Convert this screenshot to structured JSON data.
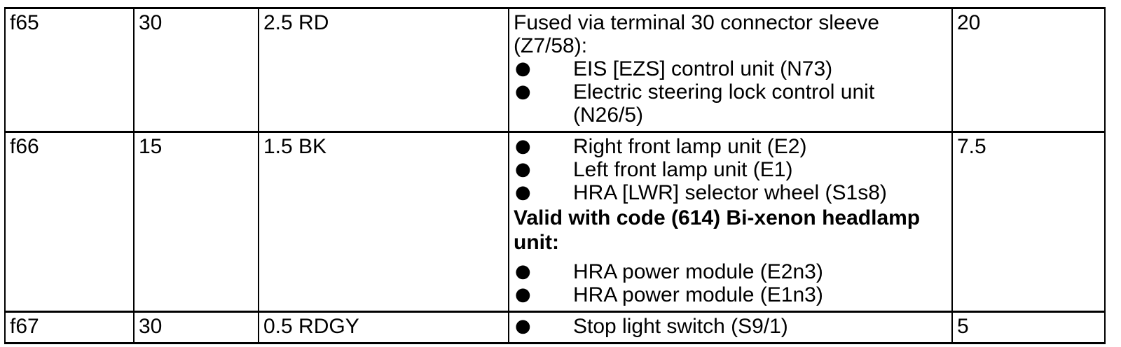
{
  "page": {
    "background_color": "#ffffff",
    "border_color": "#000000",
    "text_color": "#000000"
  },
  "icons": {
    "bullet": "●"
  },
  "table": {
    "rows": [
      {
        "fuse": "f65",
        "terminal": "30",
        "wire": "2.5 RD",
        "amps": "20",
        "description": [
          {
            "type": "text",
            "text": "Fused via terminal 30 connector sleeve (Z7/58):"
          },
          {
            "type": "bullet",
            "text": "EIS [EZS] control unit (N73)"
          },
          {
            "type": "bullet",
            "text": "Electric steering lock control unit (N26/5)"
          }
        ]
      },
      {
        "fuse": "f66",
        "terminal": "15",
        "wire": "1.5 BK",
        "amps": "7.5",
        "description": [
          {
            "type": "bullet",
            "text": "Right front lamp unit (E2)"
          },
          {
            "type": "bullet",
            "text": "Left front lamp unit (E1)"
          },
          {
            "type": "bullet",
            "text": "HRA [LWR] selector wheel (S1s8)"
          },
          {
            "type": "bold",
            "text": "Valid with code (614) Bi-xenon headlamp unit:"
          },
          {
            "type": "bullet",
            "text": "HRA power module (E2n3)"
          },
          {
            "type": "bullet",
            "text": "HRA power module (E1n3)"
          }
        ]
      },
      {
        "fuse": "f67",
        "terminal": "30",
        "wire": "0.5 RDGY",
        "amps": "5",
        "description": [
          {
            "type": "bullet",
            "text": "Stop light switch (S9/1)"
          }
        ]
      }
    ]
  }
}
